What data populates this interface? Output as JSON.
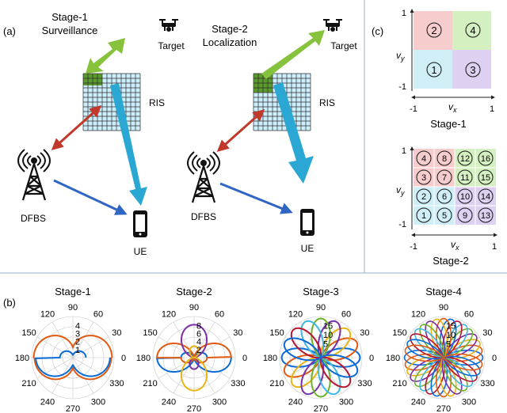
{
  "panels": {
    "a": {
      "label": "(a)",
      "stage1": {
        "title_line1": "Stage-1",
        "title_line2": "Surveillance",
        "target": "Target",
        "ris": "RIS",
        "bs": "DFBS",
        "ue": "UE"
      },
      "stage2": {
        "title_line1": "Stage-2",
        "title_line2": "Localization",
        "target": "Target",
        "ris": "RIS",
        "bs": "DFBS",
        "ue": "UE"
      }
    },
    "b": {
      "label": "(b)",
      "plots": [
        {
          "title": "Stage-1",
          "radial_ticks": [
            "4",
            "3",
            "2",
            "1"
          ]
        },
        {
          "title": "Stage-2",
          "radial_ticks": [
            "8",
            "6",
            "4",
            "2"
          ]
        },
        {
          "title": "Stage-3",
          "radial_ticks": [
            "15",
            "10",
            "5"
          ]
        },
        {
          "title": "Stage-4",
          "radial_ticks": [
            "15",
            "10",
            "5"
          ]
        }
      ],
      "angle_labels": [
        "0",
        "30",
        "60",
        "90",
        "120",
        "150",
        "180",
        "210",
        "240",
        "270",
        "300",
        "330"
      ]
    },
    "c": {
      "label": "(c)",
      "stage1": {
        "title": "Stage-1",
        "axis_x": "v",
        "axis_x_sub": "x",
        "axis_y": "v",
        "axis_y_sub": "y",
        "tick_min": "-1",
        "tick_max": "1",
        "cells": [
          "1",
          "2",
          "3",
          "4"
        ]
      },
      "stage2": {
        "title": "Stage-2",
        "axis_x": "v",
        "axis_x_sub": "x",
        "axis_y": "v",
        "axis_y_sub": "y",
        "tick_min": "-1",
        "tick_max": "1",
        "cells": [
          "1",
          "2",
          "3",
          "4",
          "5",
          "6",
          "7",
          "8",
          "9",
          "10",
          "11",
          "12",
          "13",
          "14",
          "15",
          "16"
        ]
      }
    }
  },
  "colors": {
    "quadrant_red": "#f6cccc",
    "quadrant_green": "#d4f0c0",
    "quadrant_blue": "#cfeef6",
    "quadrant_purple": "#ddd0f0",
    "ris_grid": "#cdeefc",
    "ris_active": "#5b9a2c",
    "arrow_red": "#c0392b",
    "arrow_blue": "#2f66c4",
    "arrow_cyan": "#2aa7d3",
    "arrow_green": "#86c23c",
    "polar_blue": "#0a6bd6",
    "polar_orange": "#e05a12",
    "polar_yellow": "#e8b514",
    "polar_purple": "#7b2fa6",
    "polar_green": "#6cb22a",
    "polar_cyan": "#3fb7e6",
    "polar_red": "#b8152e",
    "divider": "#8fb2c9"
  }
}
